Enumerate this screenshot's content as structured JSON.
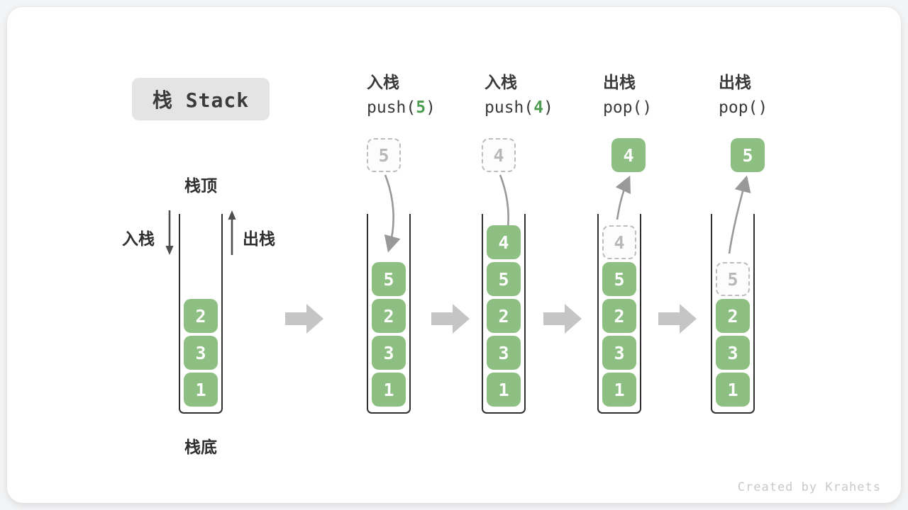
{
  "title": "栈 Stack",
  "watermark": "Created by Krahets",
  "side_labels": {
    "stack_top": "栈顶",
    "stack_bottom": "栈底",
    "push": "入栈",
    "pop": "出栈"
  },
  "colors": {
    "cell_green": "#8dbe82",
    "accent_green": "#4e9b52",
    "container_border": "#2e2e2e",
    "ghost_border": "#bdbdbd",
    "curve_arrow_gray": "#999999",
    "flow_arrow_gray": "#c5c5c5",
    "text_dark": "#3a3a3a",
    "badge_bg": "#e4e4e4"
  },
  "steps": [
    {
      "cn": "入栈",
      "code_pre": "push(",
      "arg": "5",
      "code_post": ")"
    },
    {
      "cn": "入栈",
      "code_pre": "push(",
      "arg": "4",
      "code_post": ")"
    },
    {
      "cn": "出栈",
      "code_pre": "pop(",
      "arg": "",
      "code_post": ")"
    },
    {
      "cn": "出栈",
      "code_pre": "pop(",
      "arg": "",
      "code_post": ")"
    }
  ],
  "stacks": [
    {
      "cells": [
        "2",
        "3",
        "1"
      ]
    },
    {
      "above": "5",
      "cells": [
        "5",
        "2",
        "3",
        "1"
      ]
    },
    {
      "above": "4",
      "cells": [
        "4",
        "5",
        "2",
        "3",
        "1"
      ]
    },
    {
      "above": "4",
      "ghost": "4",
      "cells": [
        "5",
        "2",
        "3",
        "1"
      ]
    },
    {
      "above": "5",
      "ghost": "5",
      "cells": [
        "2",
        "3",
        "1"
      ]
    }
  ]
}
